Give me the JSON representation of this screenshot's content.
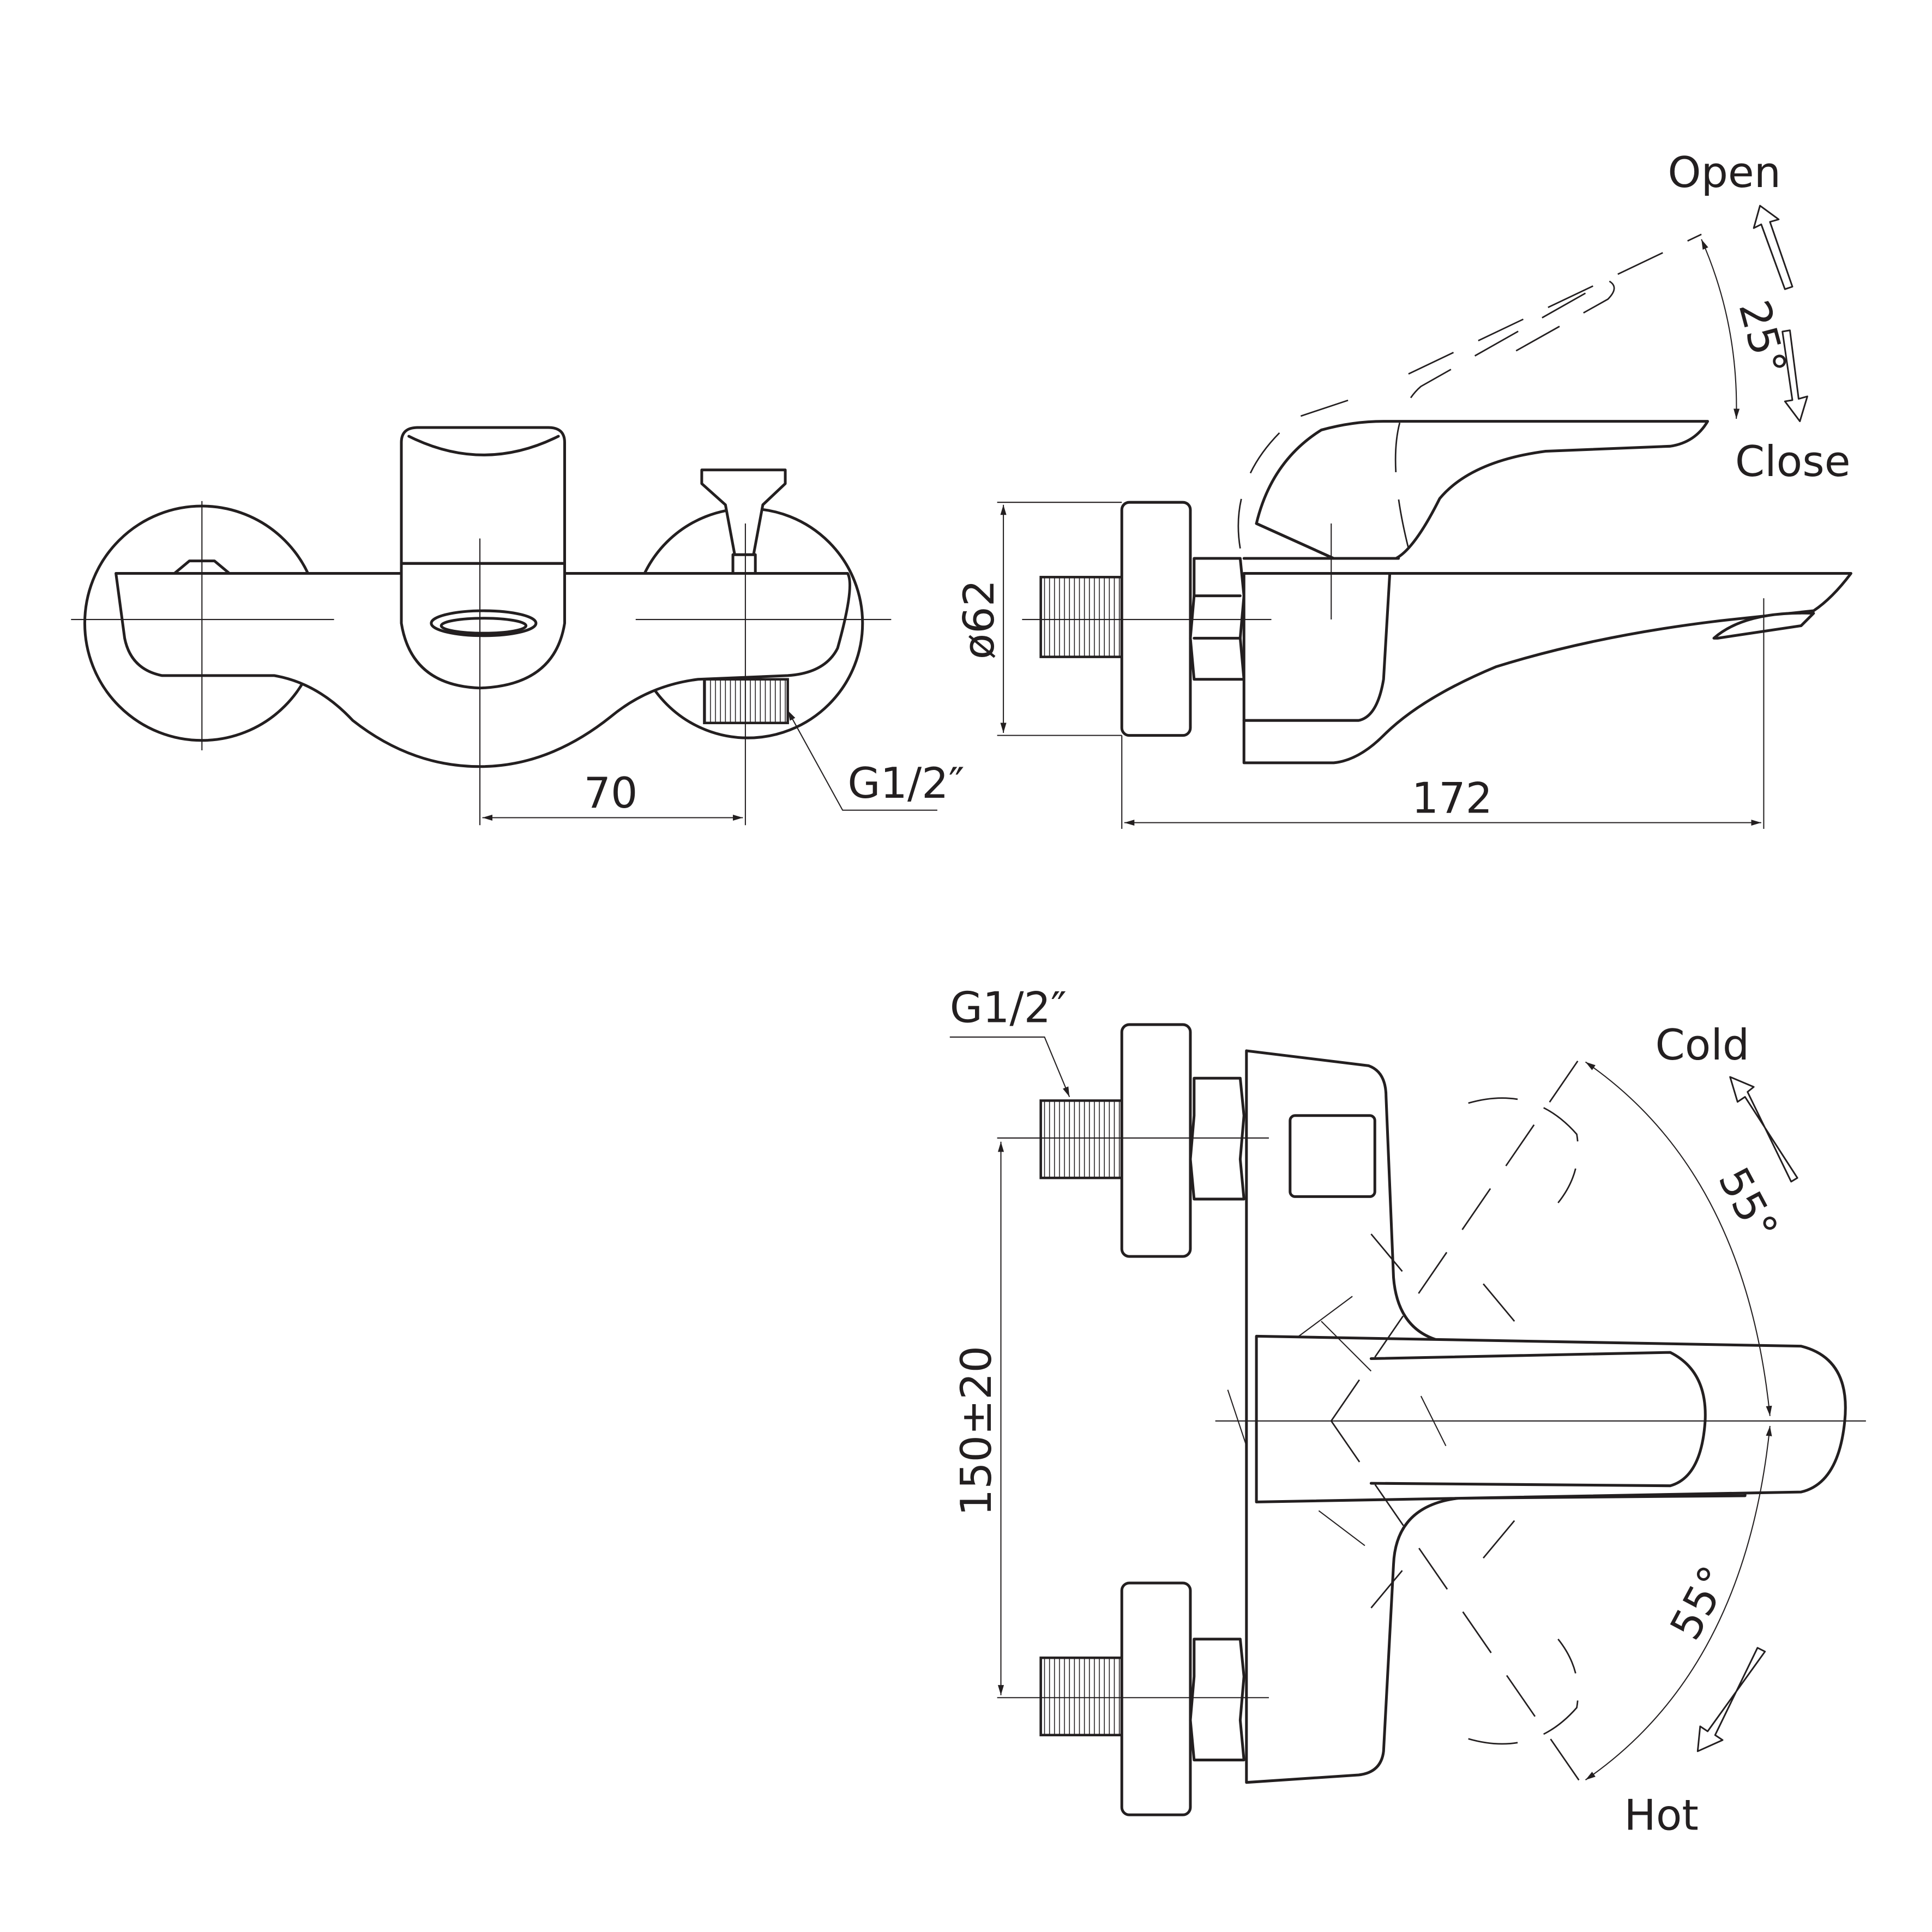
{
  "front_view": {
    "dim_spacing": "70",
    "thread_label": "G1/2″"
  },
  "side_view": {
    "dim_diameter": "ø62",
    "dim_projection": "172",
    "angle_label": "25°",
    "open_label": "Open",
    "close_label": "Close"
  },
  "top_view": {
    "thread_label": "G1/2″",
    "dim_center_distance": "150±20",
    "cold_label": "Cold",
    "hot_label": "Hot",
    "cold_angle_label": "55°",
    "hot_angle_label": "55°"
  },
  "colors": {
    "line": "#231f20",
    "background": "#ffffff"
  }
}
